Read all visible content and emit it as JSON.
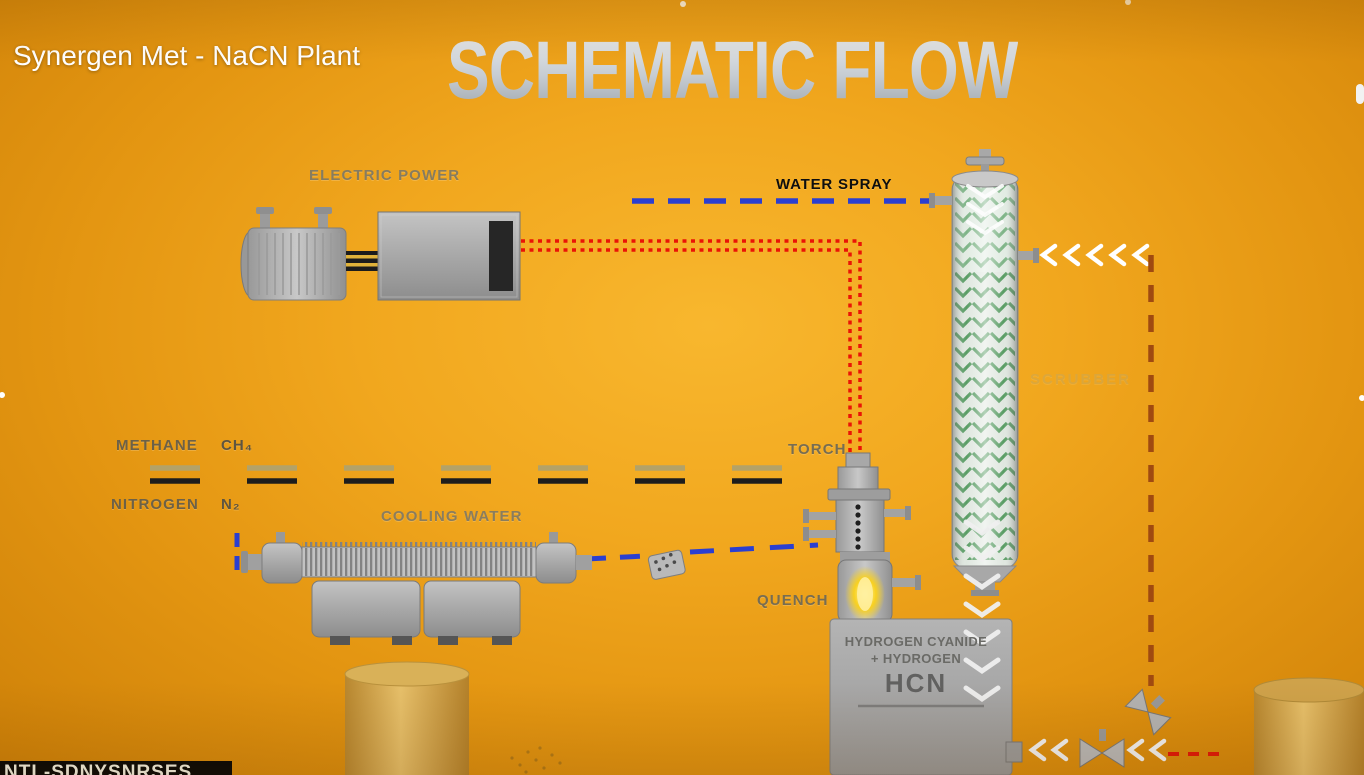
{
  "video": {
    "title": "Synergen Met - NaCN Plant"
  },
  "diagram": {
    "title": "SCHEMATIC FLOW",
    "labels": {
      "electric_power": "ELECTRIC POWER",
      "water_spray": "WATER SPRAY",
      "methane": "METHANE",
      "methane_formula": "CH₄",
      "nitrogen": "NITROGEN",
      "nitrogen_formula": "N₂",
      "cooling_water": "COOLING WATER",
      "torch": "TORCH",
      "quench": "QUENCH",
      "scrubber": "SCRUBBER",
      "tank_line1": "HYDROGEN CYANIDE",
      "tank_line2": "+ HYDROGEN",
      "tank_formula": "HCN"
    },
    "colors": {
      "background_orange": "#f1a71e",
      "power_line_red": "#ea1406",
      "water_line_blue": "#2b3fd0",
      "gas_line_tan": "#b3a268",
      "gas_line_black": "#1d1d1d",
      "recycle_line_brown": "#a04a10",
      "packing_green": "#41904e",
      "title_gray": "#c6ccd2"
    }
  },
  "caption": {
    "text": "NTL-SDNYSNRSES"
  }
}
